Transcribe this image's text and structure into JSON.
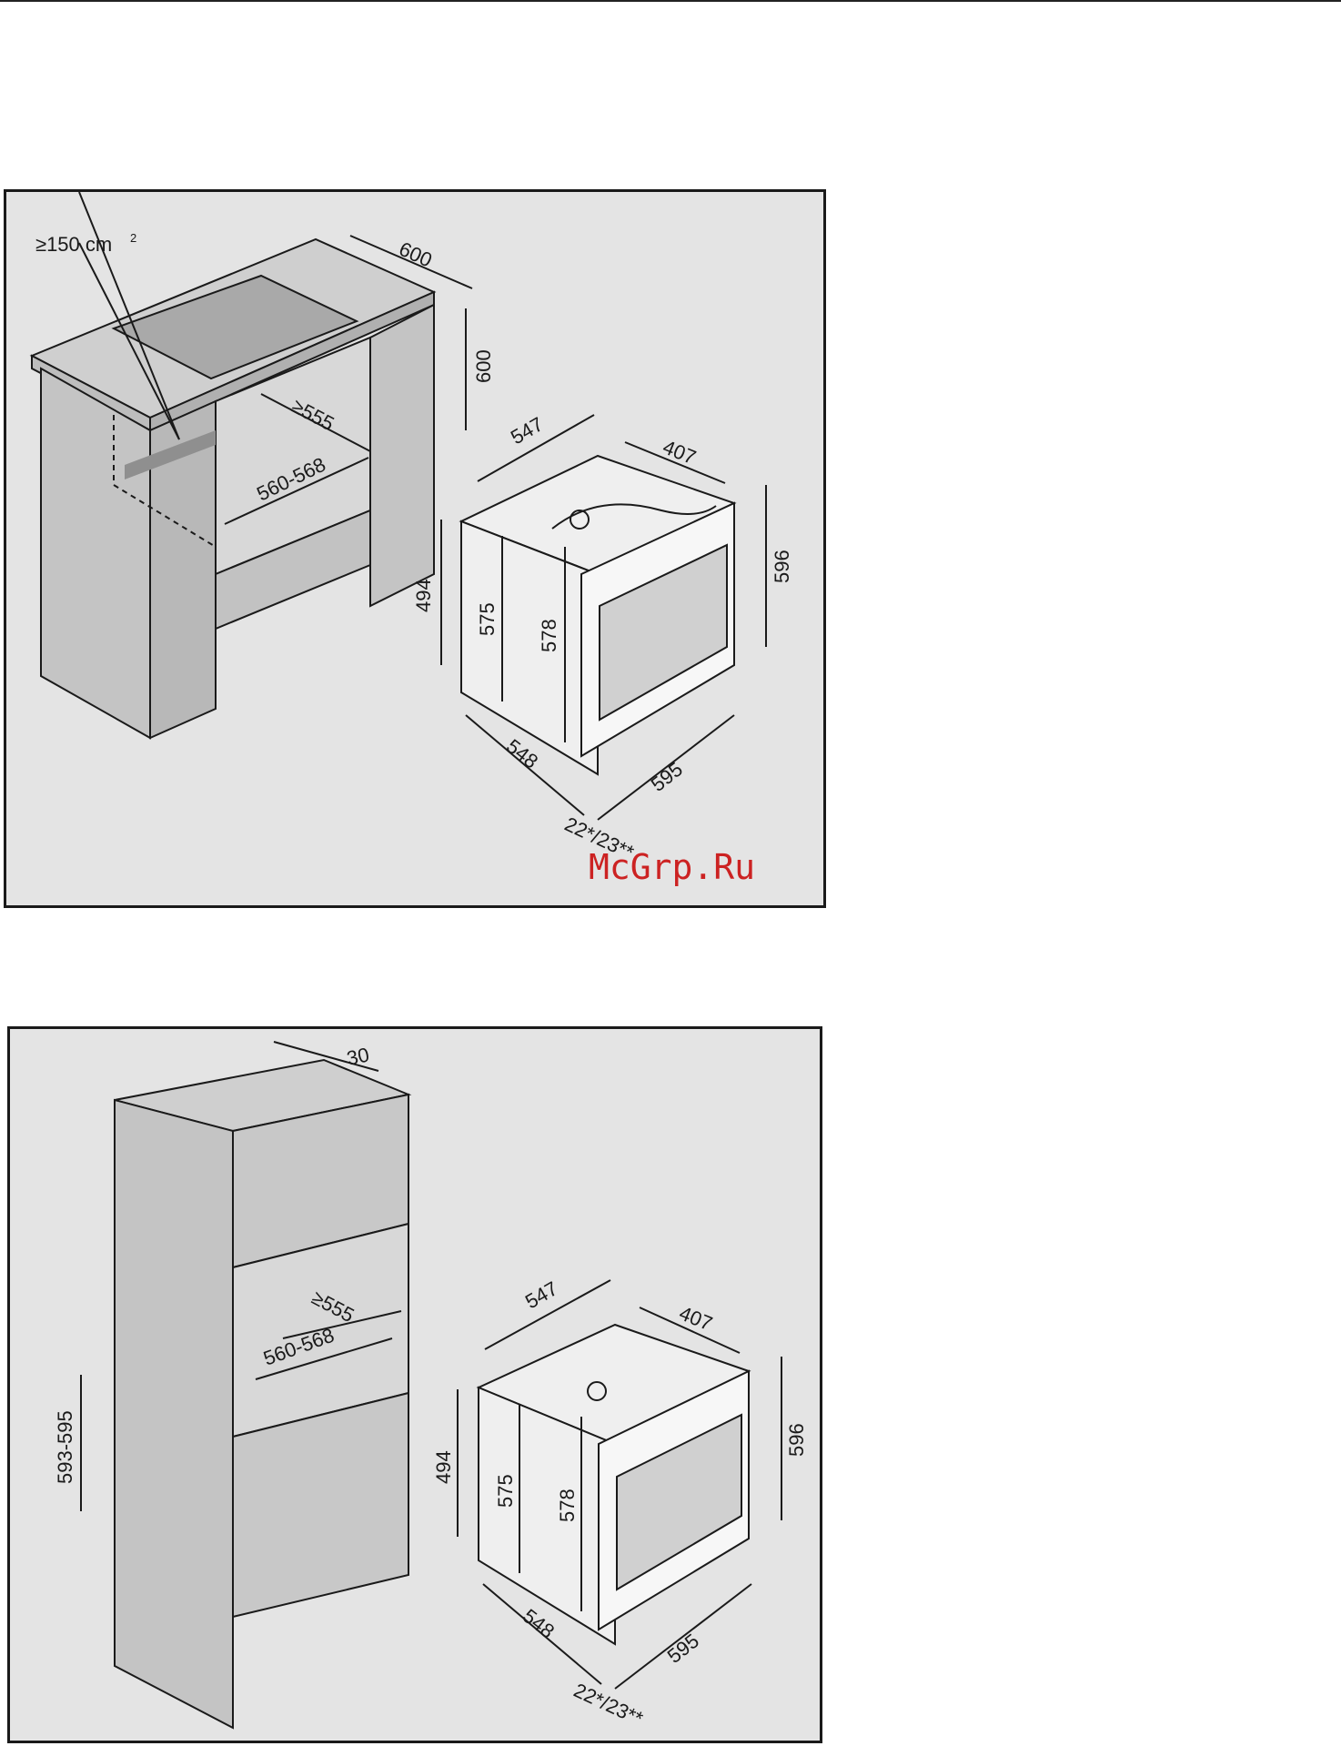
{
  "panel1": {
    "vent_label": "≥150 cm",
    "vent_sup": "2",
    "dims": {
      "counter_depth": "600",
      "counter_height": "600",
      "niche_depth": "≥555",
      "niche_width": "560-568",
      "oven_top_depth": "547",
      "oven_top_width": "407",
      "oven_side_height": "494",
      "oven_inner_575": "575",
      "oven_inner_578": "578",
      "oven_front_height": "596",
      "oven_bottom_depth": "548",
      "oven_front_width": "595",
      "front_offset": "22*/23**"
    },
    "watermark": "McGrp.Ru"
  },
  "panel2": {
    "dims": {
      "top_offset": "30",
      "niche_depth": "≥555",
      "niche_width": "560-568",
      "niche_height": "593-595",
      "oven_top_depth": "547",
      "oven_top_width": "407",
      "oven_side_height": "494",
      "oven_inner_575": "575",
      "oven_inner_578": "578",
      "oven_front_height": "596",
      "oven_bottom_depth": "548",
      "oven_front_width": "595",
      "front_offset": "22*/23**"
    }
  },
  "colors": {
    "panel_bg": "#e4e4e4",
    "cabinet": "#c4c4c4",
    "line": "#1a1a1a",
    "watermark": "#cc2222"
  }
}
